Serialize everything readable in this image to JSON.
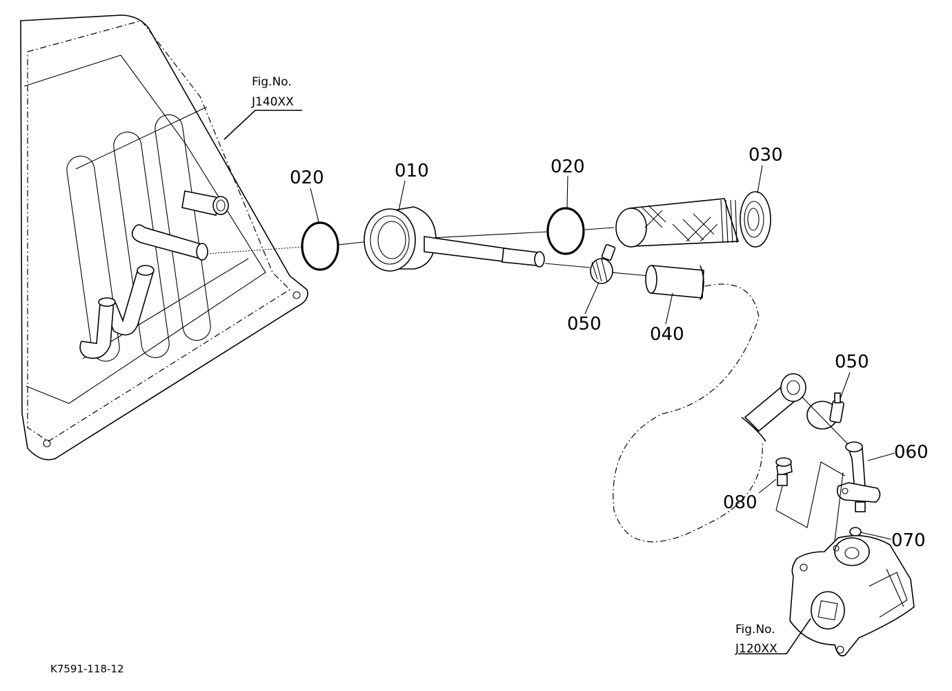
{
  "diagram": {
    "fig_ref_top": {
      "line1": "Fig.No.",
      "line2": "J140XX"
    },
    "fig_ref_bottom": {
      "line1": "Fig.No.",
      "line2": "J120XX"
    },
    "part_labels": {
      "p010": "010",
      "p020_left": "020",
      "p020_right": "020",
      "p030": "030",
      "p040": "040",
      "p050_top": "050",
      "p050_bottom": "050",
      "p060": "060",
      "p070": "070",
      "p080": "080"
    },
    "drawing_code": "K7591-118-12"
  }
}
